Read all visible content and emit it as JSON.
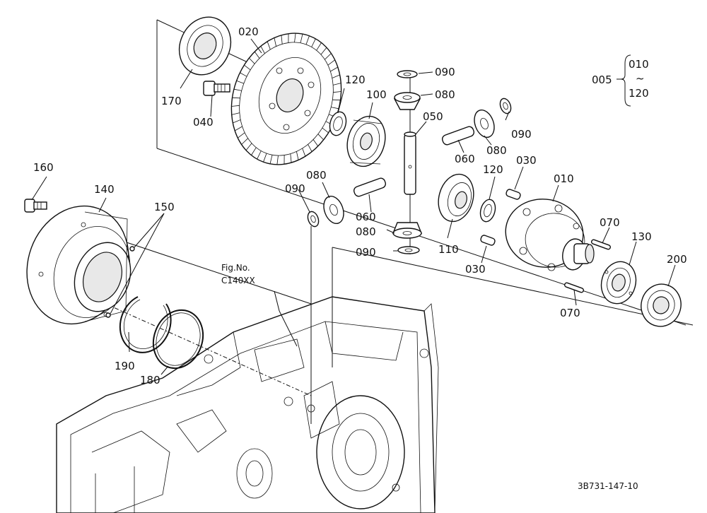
{
  "callouts": [
    {
      "id": "020",
      "text": "020"
    },
    {
      "id": "170",
      "text": "170"
    },
    {
      "id": "040",
      "text": "040"
    },
    {
      "id": "120a",
      "text": "120"
    },
    {
      "id": "100",
      "text": "100"
    },
    {
      "id": "090a",
      "text": "090"
    },
    {
      "id": "080a",
      "text": "080"
    },
    {
      "id": "050",
      "text": "050"
    },
    {
      "id": "090b",
      "text": "090"
    },
    {
      "id": "080b",
      "text": "080"
    },
    {
      "id": "060a",
      "text": "060"
    },
    {
      "id": "120b",
      "text": "120"
    },
    {
      "id": "030a",
      "text": "030"
    },
    {
      "id": "010",
      "text": "010"
    },
    {
      "id": "160",
      "text": "160"
    },
    {
      "id": "140",
      "text": "140"
    },
    {
      "id": "150",
      "text": "150"
    },
    {
      "id": "080c",
      "text": "080"
    },
    {
      "id": "090c",
      "text": "090"
    },
    {
      "id": "060b",
      "text": "060"
    },
    {
      "id": "080d",
      "text": "080"
    },
    {
      "id": "110",
      "text": "110"
    },
    {
      "id": "090d",
      "text": "090"
    },
    {
      "id": "030b",
      "text": "030"
    },
    {
      "id": "070a",
      "text": "070"
    },
    {
      "id": "130",
      "text": "130"
    },
    {
      "id": "200",
      "text": "200"
    },
    {
      "id": "070b",
      "text": "070"
    },
    {
      "id": "190",
      "text": "190"
    },
    {
      "id": "180",
      "text": "180"
    }
  ],
  "assembly": {
    "number": "005",
    "range_start": "010",
    "range_tilde": "~",
    "range_end": "120"
  },
  "reference": {
    "line1": "Fig.No.",
    "line2": "C140XX"
  },
  "drawing_id": "3B731-147-10"
}
